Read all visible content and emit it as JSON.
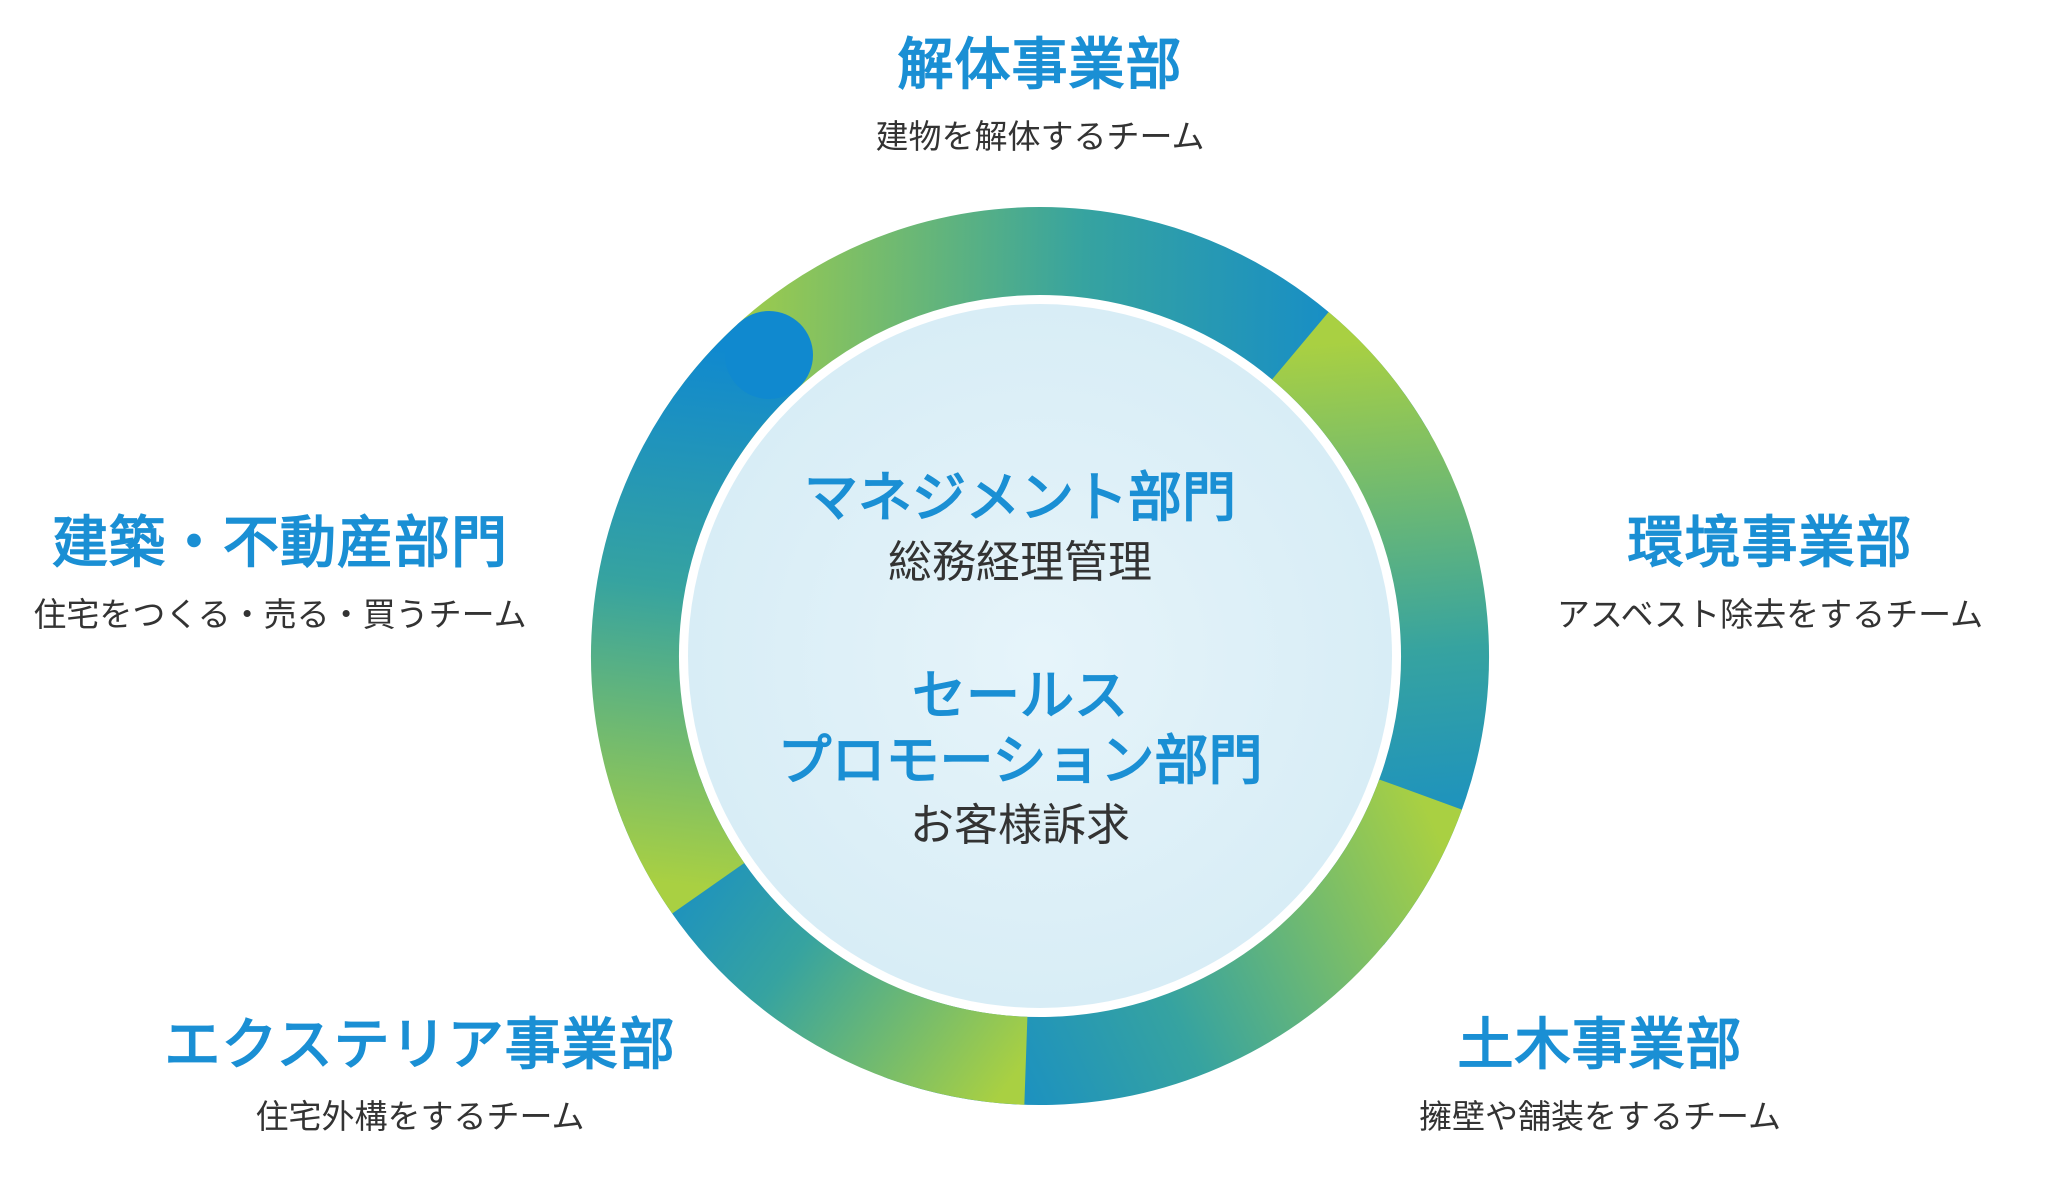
{
  "colors": {
    "accent_blue": "#1a8fd4",
    "ring_green": "#a9d042",
    "ring_teal": "#36a3a0",
    "ring_blue": "#1089cf",
    "inner_fill": "#dff0f8",
    "text_dark": "#333333"
  },
  "center": {
    "management_title": "マネジメント部門",
    "management_desc": "総務経理管理",
    "sales_title_line1": "セールス",
    "sales_title_line2": "プロモーション部門",
    "sales_desc": "お客様訴求"
  },
  "departments": {
    "demolition": {
      "name": "解体事業部",
      "desc": "建物を解体するチーム"
    },
    "environment": {
      "name": "環境事業部",
      "desc": "アスベスト除去をするチーム"
    },
    "civil": {
      "name": "土木事業部",
      "desc": "擁壁や舗装をするチーム"
    },
    "exterior": {
      "name": "エクステリア事業部",
      "desc": "住宅外構をするチーム"
    },
    "real_estate": {
      "name": "建築・不動産部門",
      "desc": "住宅をつくる・売る・買うチーム"
    }
  }
}
